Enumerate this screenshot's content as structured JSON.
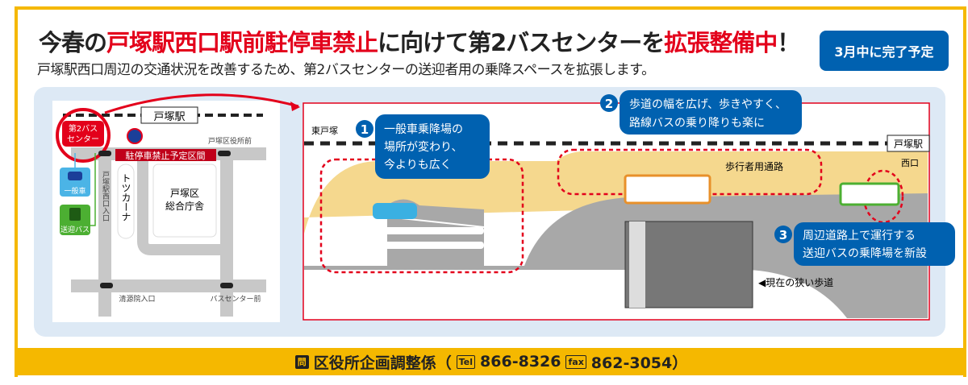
{
  "header": {
    "title_parts": [
      "今春の",
      "戸塚駅西口駅前駐停車禁止",
      "に向けて",
      "第2バスセンター",
      "を",
      "拡張整備中",
      "！"
    ],
    "subtitle": "戸塚駅西口周辺の交通状況を改善するため、第2バスセンターの送迎者用の乗降スペースを拡張します。",
    "badge": "3月中に完了予定"
  },
  "map": {
    "station": "戸塚駅",
    "bus_center": [
      "第2バス",
      "センター"
    ],
    "no_parking_zone": "駐停車禁止予定区間",
    "ward_office_front": "戸塚区役所前",
    "west_entrance": "戸塚駅西口入口",
    "totsukana": "トツカーナ",
    "ward_office": [
      "戸塚区",
      "総合庁舎"
    ],
    "seigenin": "清源院入口",
    "bus_center_front": "バスセンター前",
    "general_car": "一般車",
    "shuttle_bus": "送迎バス"
  },
  "diagram": {
    "higashi_totsuka": "東戸塚",
    "station": "戸塚駅",
    "west_exit": "西口",
    "walkway": "歩行者用通路",
    "narrow_sidewalk": "◀現在の狭い歩道",
    "callouts": [
      {
        "num": "1",
        "lines": [
          "一般車乗降場の",
          "場所が変わり、",
          "今よりも広く"
        ]
      },
      {
        "num": "2",
        "lines": [
          "歩道の幅を広げ、歩きやすく、",
          "路線バスの乗り降りも楽に"
        ]
      },
      {
        "num": "3",
        "lines": [
          "周辺道路上で運行する",
          "送迎バスの乗降場を新設"
        ]
      }
    ]
  },
  "footer": {
    "inquiry_icon": "問",
    "dept": "区役所企画調整係（",
    "tel_icon": "Tel",
    "tel": "866-8326",
    "fax_icon": "fax",
    "fax": "862-3054）"
  },
  "colors": {
    "red": "#e3001b",
    "blue": "#0061b0",
    "yellow": "#f5b800",
    "panel": "#dde9f5"
  }
}
